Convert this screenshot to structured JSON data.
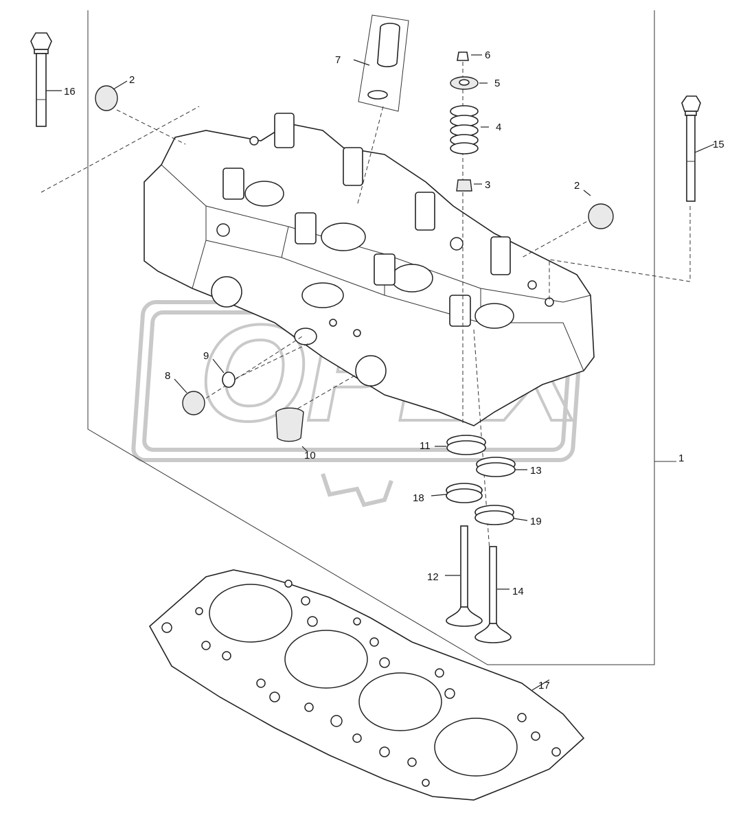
{
  "callouts": [
    {
      "id": "1",
      "label": "1"
    },
    {
      "id": "2a",
      "label": "2"
    },
    {
      "id": "2b",
      "label": "2"
    },
    {
      "id": "3",
      "label": "3"
    },
    {
      "id": "4",
      "label": "4"
    },
    {
      "id": "5",
      "label": "5"
    },
    {
      "id": "6",
      "label": "6"
    },
    {
      "id": "7",
      "label": "7"
    },
    {
      "id": "8",
      "label": "8"
    },
    {
      "id": "9",
      "label": "9"
    },
    {
      "id": "10",
      "label": "10"
    },
    {
      "id": "11",
      "label": "11"
    },
    {
      "id": "12",
      "label": "12"
    },
    {
      "id": "13",
      "label": "13"
    },
    {
      "id": "14",
      "label": "14"
    },
    {
      "id": "15",
      "label": "15"
    },
    {
      "id": "16",
      "label": "16"
    },
    {
      "id": "17",
      "label": "17"
    },
    {
      "id": "18",
      "label": "18"
    },
    {
      "id": "19",
      "label": "19"
    }
  ],
  "watermark": {
    "text": "OPEX"
  }
}
